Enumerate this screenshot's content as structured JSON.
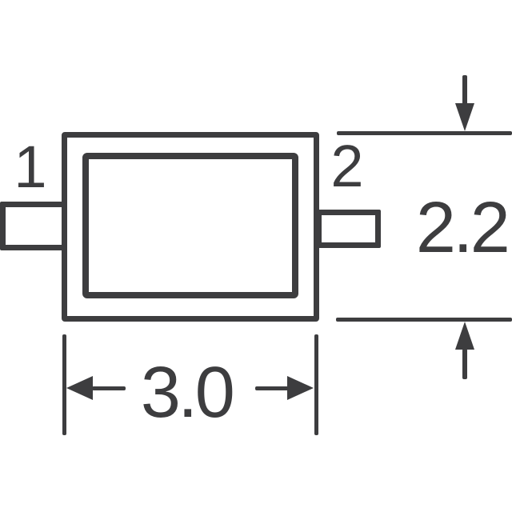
{
  "colors": {
    "ink": "#3d3d3f",
    "background": "#ffffff"
  },
  "component": {
    "pin_labels": {
      "pin1": "1",
      "pin2": "2"
    }
  },
  "dimensions": {
    "body_width": {
      "value": "3.0"
    },
    "body_height": {
      "value": "2.2"
    }
  }
}
